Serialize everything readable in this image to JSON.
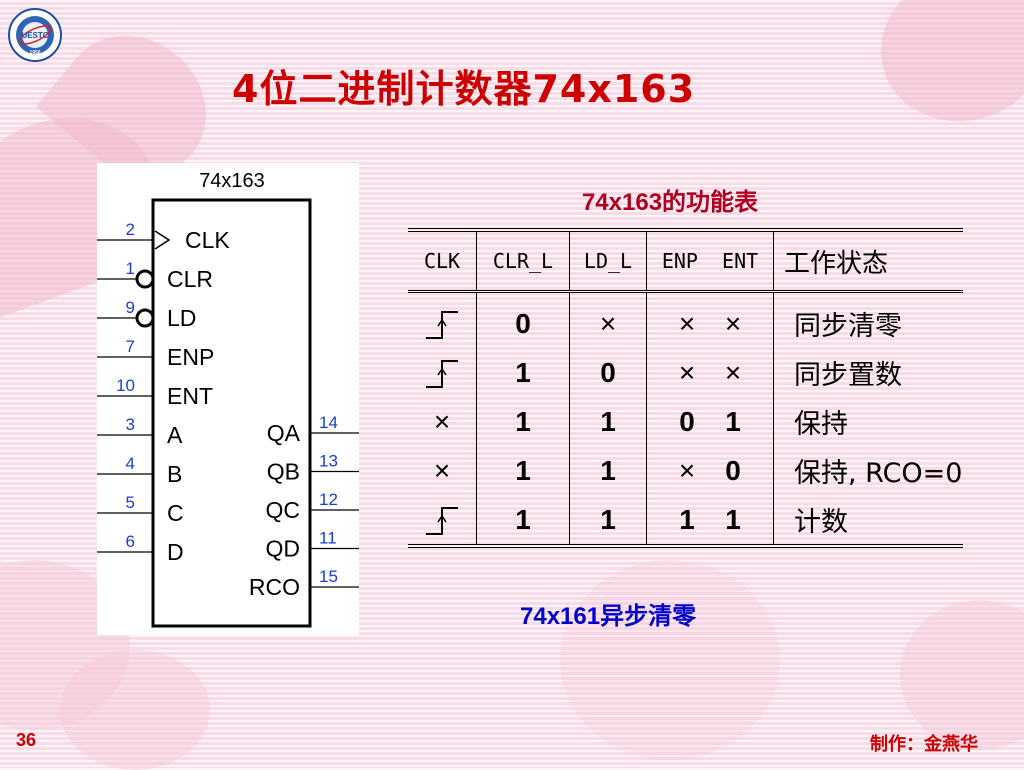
{
  "colors": {
    "title": "#cc0000",
    "caption": "#b00020",
    "note": "#0000cc",
    "footer": "#cc0000"
  },
  "logo": {
    "text": "UESTC",
    "year": "1956"
  },
  "title": "4位二进制计数器74x163",
  "chip": {
    "name": "74x163",
    "inputs": [
      {
        "pin": "2",
        "label": "CLK"
      },
      {
        "pin": "1",
        "label": "CLR"
      },
      {
        "pin": "9",
        "label": "LD"
      },
      {
        "pin": "7",
        "label": "ENP"
      },
      {
        "pin": "10",
        "label": "ENT"
      },
      {
        "pin": "3",
        "label": "A"
      },
      {
        "pin": "4",
        "label": "B"
      },
      {
        "pin": "5",
        "label": "C"
      },
      {
        "pin": "6",
        "label": "D"
      }
    ],
    "outputs": [
      {
        "pin": "14",
        "label": "QA"
      },
      {
        "pin": "13",
        "label": "QB"
      },
      {
        "pin": "12",
        "label": "QC"
      },
      {
        "pin": "11",
        "label": "QD"
      },
      {
        "pin": "15",
        "label": "RCO"
      }
    ]
  },
  "table": {
    "caption_code": "74x163",
    "caption_rest": "的功能表",
    "headers": {
      "clk": "CLK",
      "clr": "CLR_L",
      "ld": "LD_L",
      "enp_ent": "ENP  ENT",
      "state": "工作状态"
    },
    "rows": [
      {
        "clk": "rising-edge",
        "clr": "0",
        "ld": "×",
        "enp": "×",
        "ent": "×",
        "state": "同步清零"
      },
      {
        "clk": "rising-edge",
        "clr": "1",
        "ld": "0",
        "enp": "×",
        "ent": "×",
        "state": "同步置数"
      },
      {
        "clk": "×",
        "clr": "1",
        "ld": "1",
        "enp": "0",
        "ent": "1",
        "state": "保持"
      },
      {
        "clk": "×",
        "clr": "1",
        "ld": "1",
        "enp": "×",
        "ent": "0",
        "state": "保持, RCO=0"
      },
      {
        "clk": "rising-edge",
        "clr": "1",
        "ld": "1",
        "enp": "1",
        "ent": "1",
        "state": "计数"
      }
    ]
  },
  "note": {
    "code": "74x161",
    "rest": "异步清零"
  },
  "footer": {
    "page": "36",
    "author": "制作：金燕华"
  }
}
